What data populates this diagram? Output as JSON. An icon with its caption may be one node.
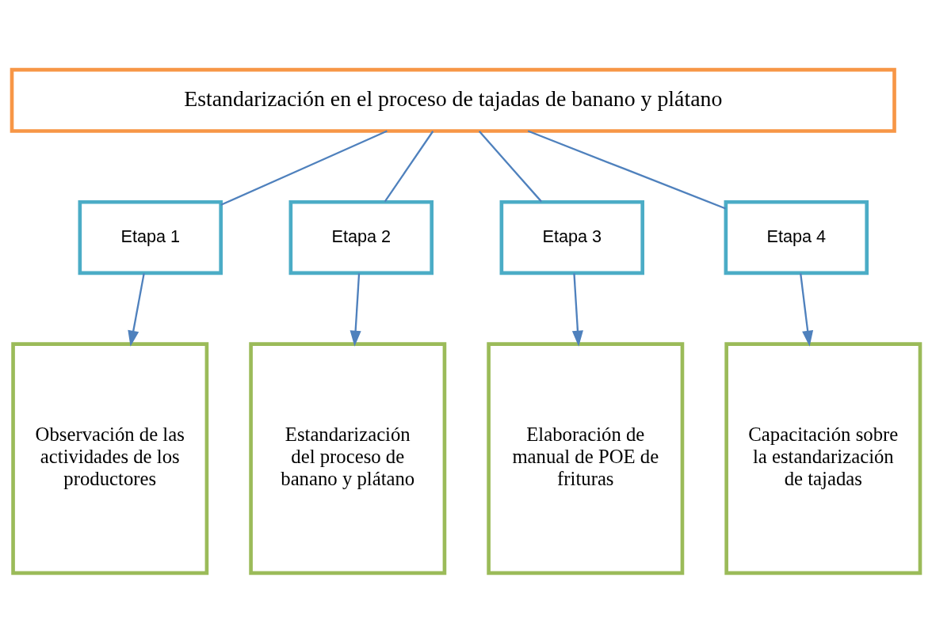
{
  "diagram": {
    "nodes": [
      {
        "text": [
          "Estandarización en el proceso de tajadas de banano y plátano"
        ]
      },
      {
        "text": [
          "Etapa 1"
        ]
      },
      {
        "text": [
          "Observación de las actividades de los productores"
        ]
      },
      {
        "text": [
          "Etapa 2"
        ]
      },
      {
        "text": [
          "Estandarización del proceso de banano y plátano"
        ]
      },
      {
        "text": [
          "Etapa 3"
        ]
      },
      {
        "text": [
          "Elaboración de manual de POE de frituras"
        ]
      },
      {
        "text": [
          "Etapa 4"
        ]
      },
      {
        "text": [
          "Capacitación sobre la estandarización de tajadas"
        ]
      }
    ],
    "edges": [
      {
        "from": 0,
        "to": 1,
        "arrow": "none"
      },
      {
        "from": 0,
        "to": 3,
        "arrow": "none"
      },
      {
        "from": 0,
        "to": 5,
        "arrow": "none"
      },
      {
        "from": 0,
        "to": 7,
        "arrow": "none"
      },
      {
        "from": 1,
        "to": 2,
        "arrow": "to"
      },
      {
        "from": 3,
        "to": 4,
        "arrow": "to"
      },
      {
        "from": 5,
        "to": 6,
        "arrow": "to"
      },
      {
        "from": 7,
        "to": 8,
        "arrow": "to"
      }
    ]
  }
}
